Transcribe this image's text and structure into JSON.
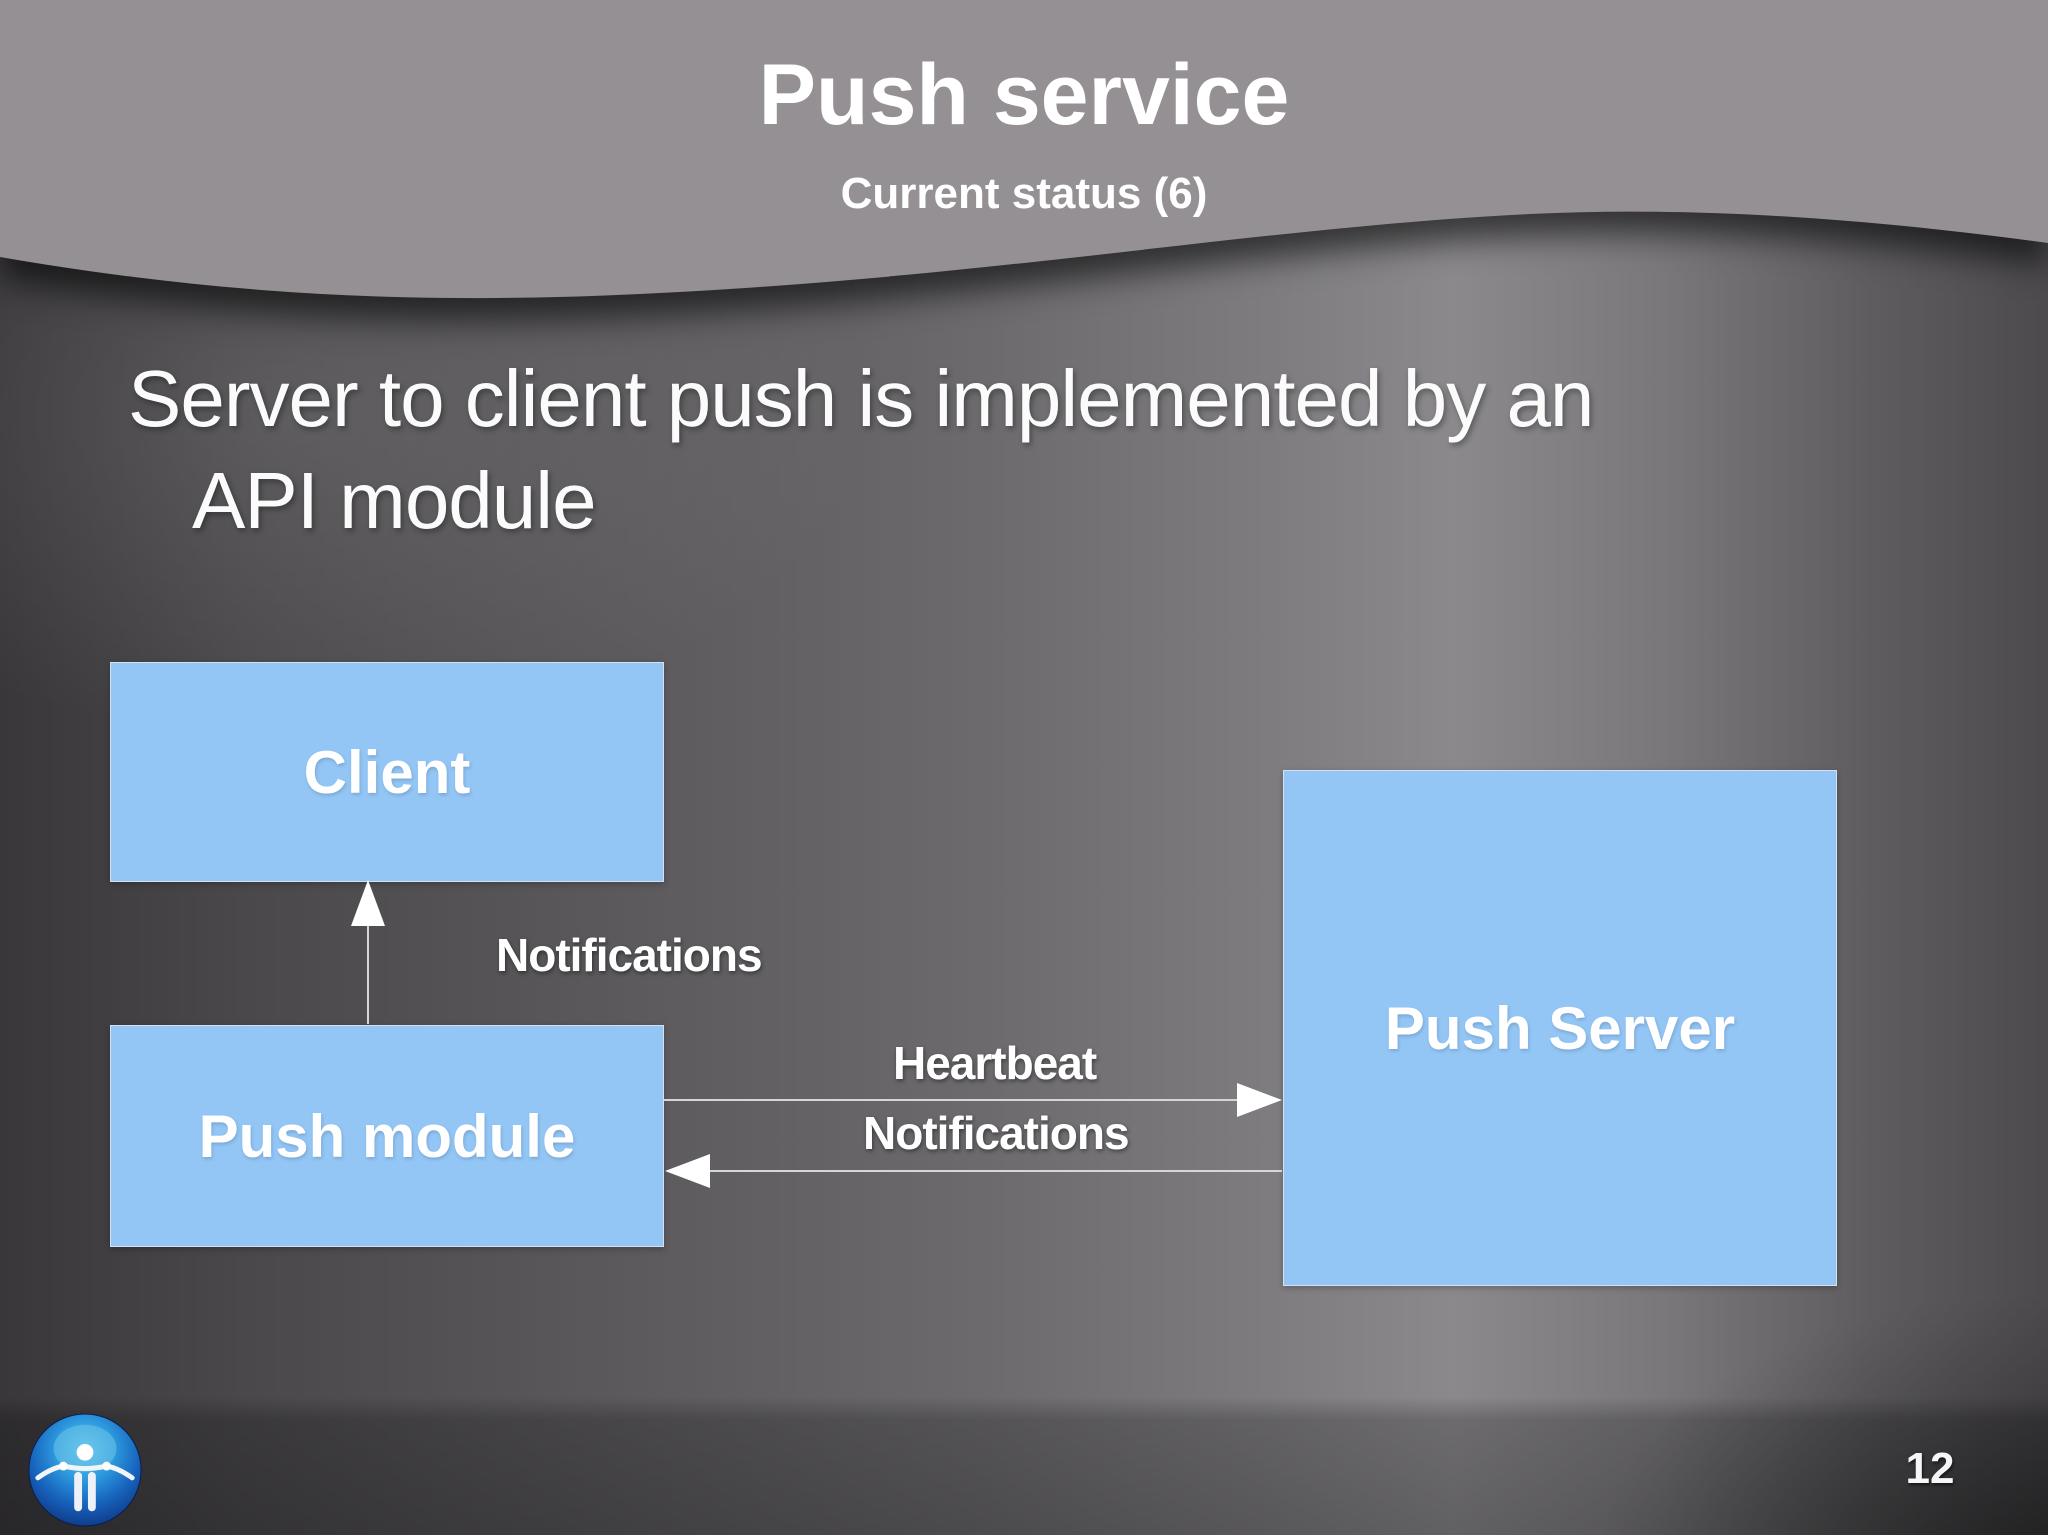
{
  "slide": {
    "title": "Push service",
    "subtitle": "Current status (6)",
    "body_lines": [
      "Server to client push is implemented by an",
      "API module"
    ],
    "page_number": "12"
  },
  "diagram": {
    "nodes": [
      {
        "id": "client",
        "label": "Client"
      },
      {
        "id": "push-module",
        "label": "Push module"
      },
      {
        "id": "push-server",
        "label": "Push Server"
      }
    ],
    "edges": [
      {
        "id": "module-to-client",
        "label": "Notifications",
        "direction": "up"
      },
      {
        "id": "module-to-server",
        "label": "Heartbeat",
        "direction": "right"
      },
      {
        "id": "server-to-module",
        "label": "Notifications",
        "direction": "left"
      }
    ]
  },
  "colors": {
    "header_gray": "#959093",
    "node_fill": "#93c6f5",
    "arrow_line": "#d6d6d8",
    "arrow_head": "#ffffff",
    "text_white": "#ffffff",
    "logo_blue_light": "#63c8f0",
    "logo_blue_dark": "#0d2f7a"
  }
}
